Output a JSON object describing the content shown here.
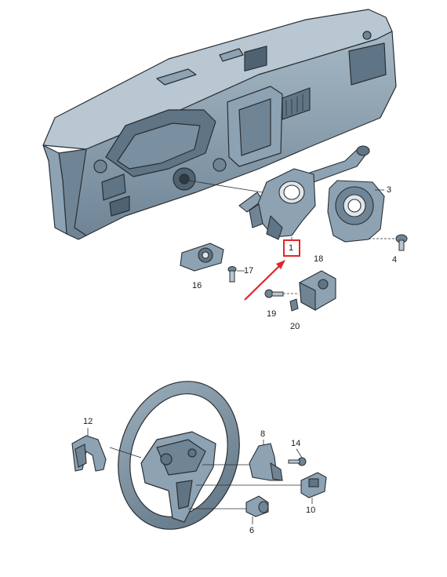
{
  "colors": {
    "part_fill": "#8da2b2",
    "part_dark": "#5f7484",
    "part_light": "#b8c7d2",
    "outline": "#2b2f33",
    "highlight": "#e0262b"
  },
  "callouts": {
    "p1": "1",
    "p3": "3",
    "p4": "4",
    "p6": "6",
    "p8": "8",
    "p10": "10",
    "p12": "12",
    "p14": "14",
    "p16": "16",
    "p17": "17",
    "p18": "18",
    "p19": "19",
    "p20": "20"
  },
  "highlighted_part": "1"
}
